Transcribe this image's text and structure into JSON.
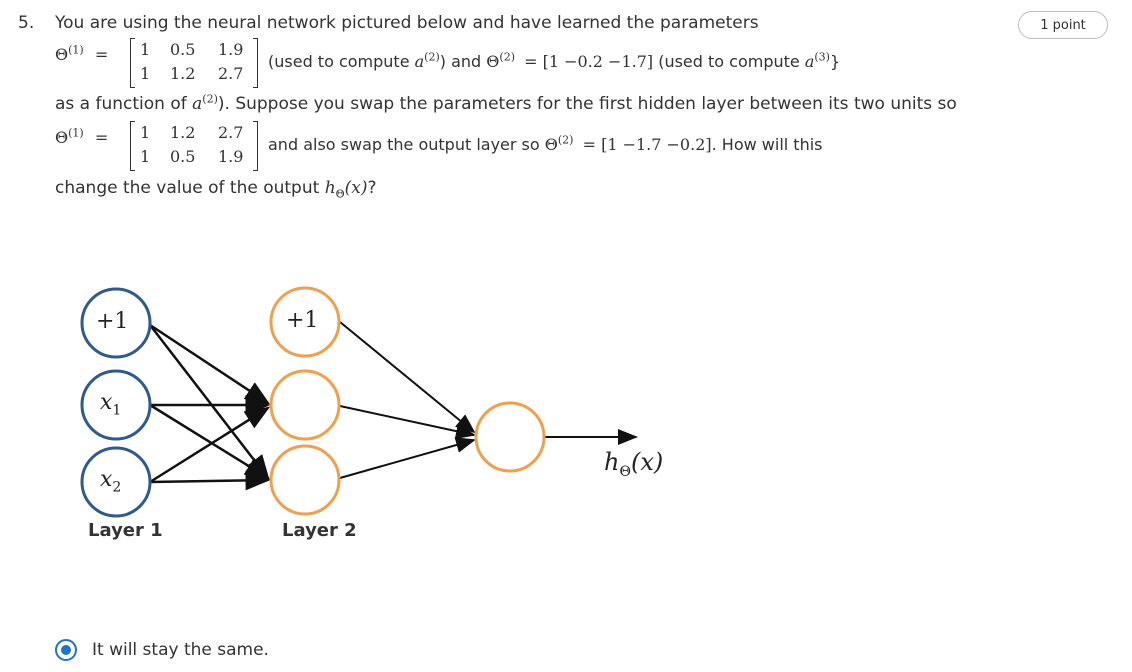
{
  "question": {
    "number": "5.",
    "points": "1 point",
    "line1": "You are using the neural network pictured below and have learned the parameters",
    "theta1_label": "Θ",
    "theta1_sup": "(1)",
    "equals": "=",
    "matrix1": [
      [
        "1",
        "0.5",
        "1.9"
      ],
      [
        "1",
        "1.2",
        "2.7"
      ]
    ],
    "used_compute_a2_pre": "(used to compute ",
    "a2": "a",
    "a2_sup": "(2)",
    "used_compute_a2_post": ") and ",
    "theta2_label": "Θ",
    "theta2_sup": "(2)",
    "row_vector1": "= [1   −0.2   −1.7]",
    "used_compute_a3_pre": " (used to compute ",
    "a3": "a",
    "a3_sup": "(3)",
    "used_compute_a3_post": "}",
    "line3_pre": "as a function of ",
    "line3_a": "a",
    "line3_sup": "(2)",
    "line3_post": "). Suppose you swap the parameters for the first hidden layer between its two units so",
    "matrix2": [
      [
        "1",
        "1.2",
        "2.7"
      ],
      [
        "1",
        "0.5",
        "1.9"
      ]
    ],
    "swap_output_text": "and also swap the output layer so ",
    "row_vector2": "= [1   −1.7   −0.2].",
    "how_will_this": " How will this",
    "line5_pre": "change the value of the output ",
    "h_theta": "h",
    "h_sub": "Θ",
    "x_arg": "(x)",
    "line5_post": "?"
  },
  "diagram": {
    "input_nodes": [
      "+1",
      "x",
      "x"
    ],
    "input_subs": [
      "",
      "1",
      "2"
    ],
    "hidden_bias": "+1",
    "layer1_label": "Layer 1",
    "layer2_label": "Layer 2",
    "output_label_h": "h",
    "output_label_sub": "Θ",
    "output_label_arg": "(x)",
    "colors": {
      "input_stroke": "#2e5a8e",
      "hidden_stroke": "#f0a04b",
      "arrow": "#111111"
    }
  },
  "answer": {
    "selected_option": "It will stay the same.",
    "radio_color": "#1f74c8"
  }
}
